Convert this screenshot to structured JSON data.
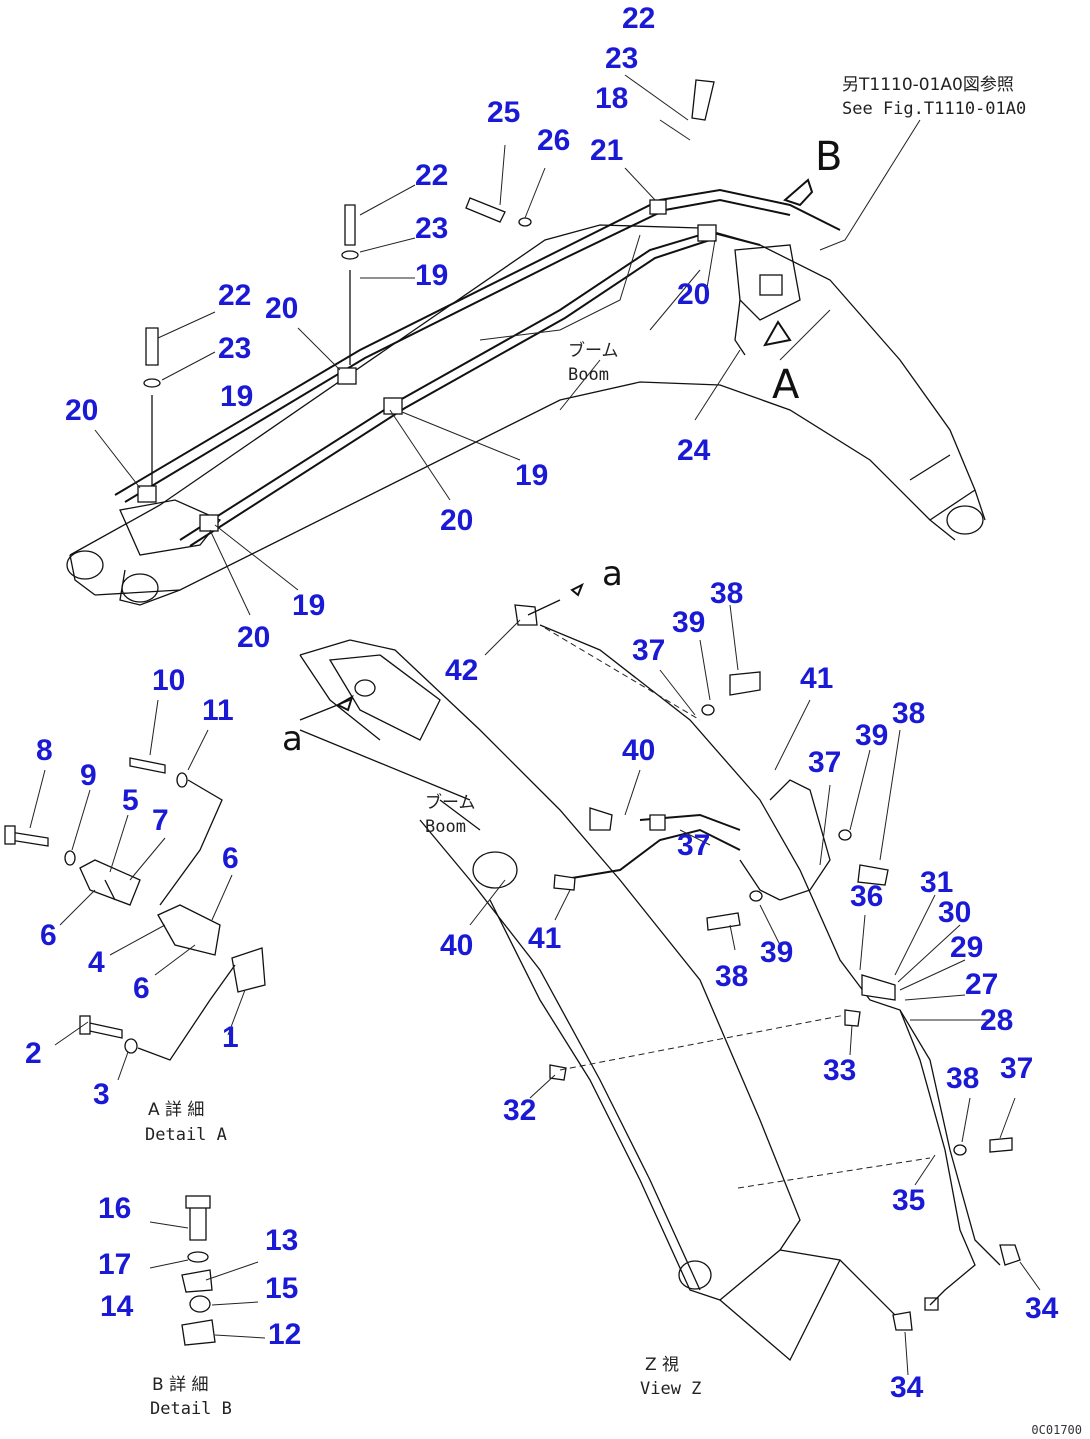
{
  "callouts": [
    "22",
    "23",
    "18",
    "25",
    "26",
    "21",
    "22",
    "23",
    "19",
    "22",
    "23",
    "20",
    "19",
    "20",
    "20",
    "24",
    "19",
    "20",
    "19",
    "20",
    "42",
    "38",
    "39",
    "37",
    "41",
    "10",
    "11",
    "8",
    "9",
    "5",
    "7",
    "6",
    "6",
    "4",
    "6",
    "2",
    "3",
    "1",
    "40",
    "39",
    "38",
    "37",
    "37",
    "40",
    "41",
    "39",
    "38",
    "36",
    "31",
    "30",
    "29",
    "27",
    "28",
    "33",
    "32",
    "38",
    "37",
    "35",
    "34",
    "34",
    "16",
    "13",
    "17",
    "15",
    "14",
    "12"
  ],
  "notes": {
    "ref_jp": "另T1110-01A0図参照",
    "ref_en": "See Fig.T1110-01A0",
    "boom_jp": "ブーム",
    "boom_en": "Boom",
    "boom2_jp": "ブーム",
    "boom2_en": "Boom",
    "detail_a_jp": "A 詳 細",
    "detail_a_en": "Detail A",
    "detail_b_jp": "B 詳 細",
    "detail_b_en": "Detail B",
    "view_z_jp": "Z  視",
    "view_z_en": "View Z",
    "letter_b": "B",
    "letter_a": "A",
    "letter_a_small_1": "a",
    "letter_a_small_2": "a",
    "drawing_code": "0C01700"
  },
  "colors": {
    "callout": "#1a1ad6",
    "line": "#111111",
    "background": "#ffffff"
  }
}
